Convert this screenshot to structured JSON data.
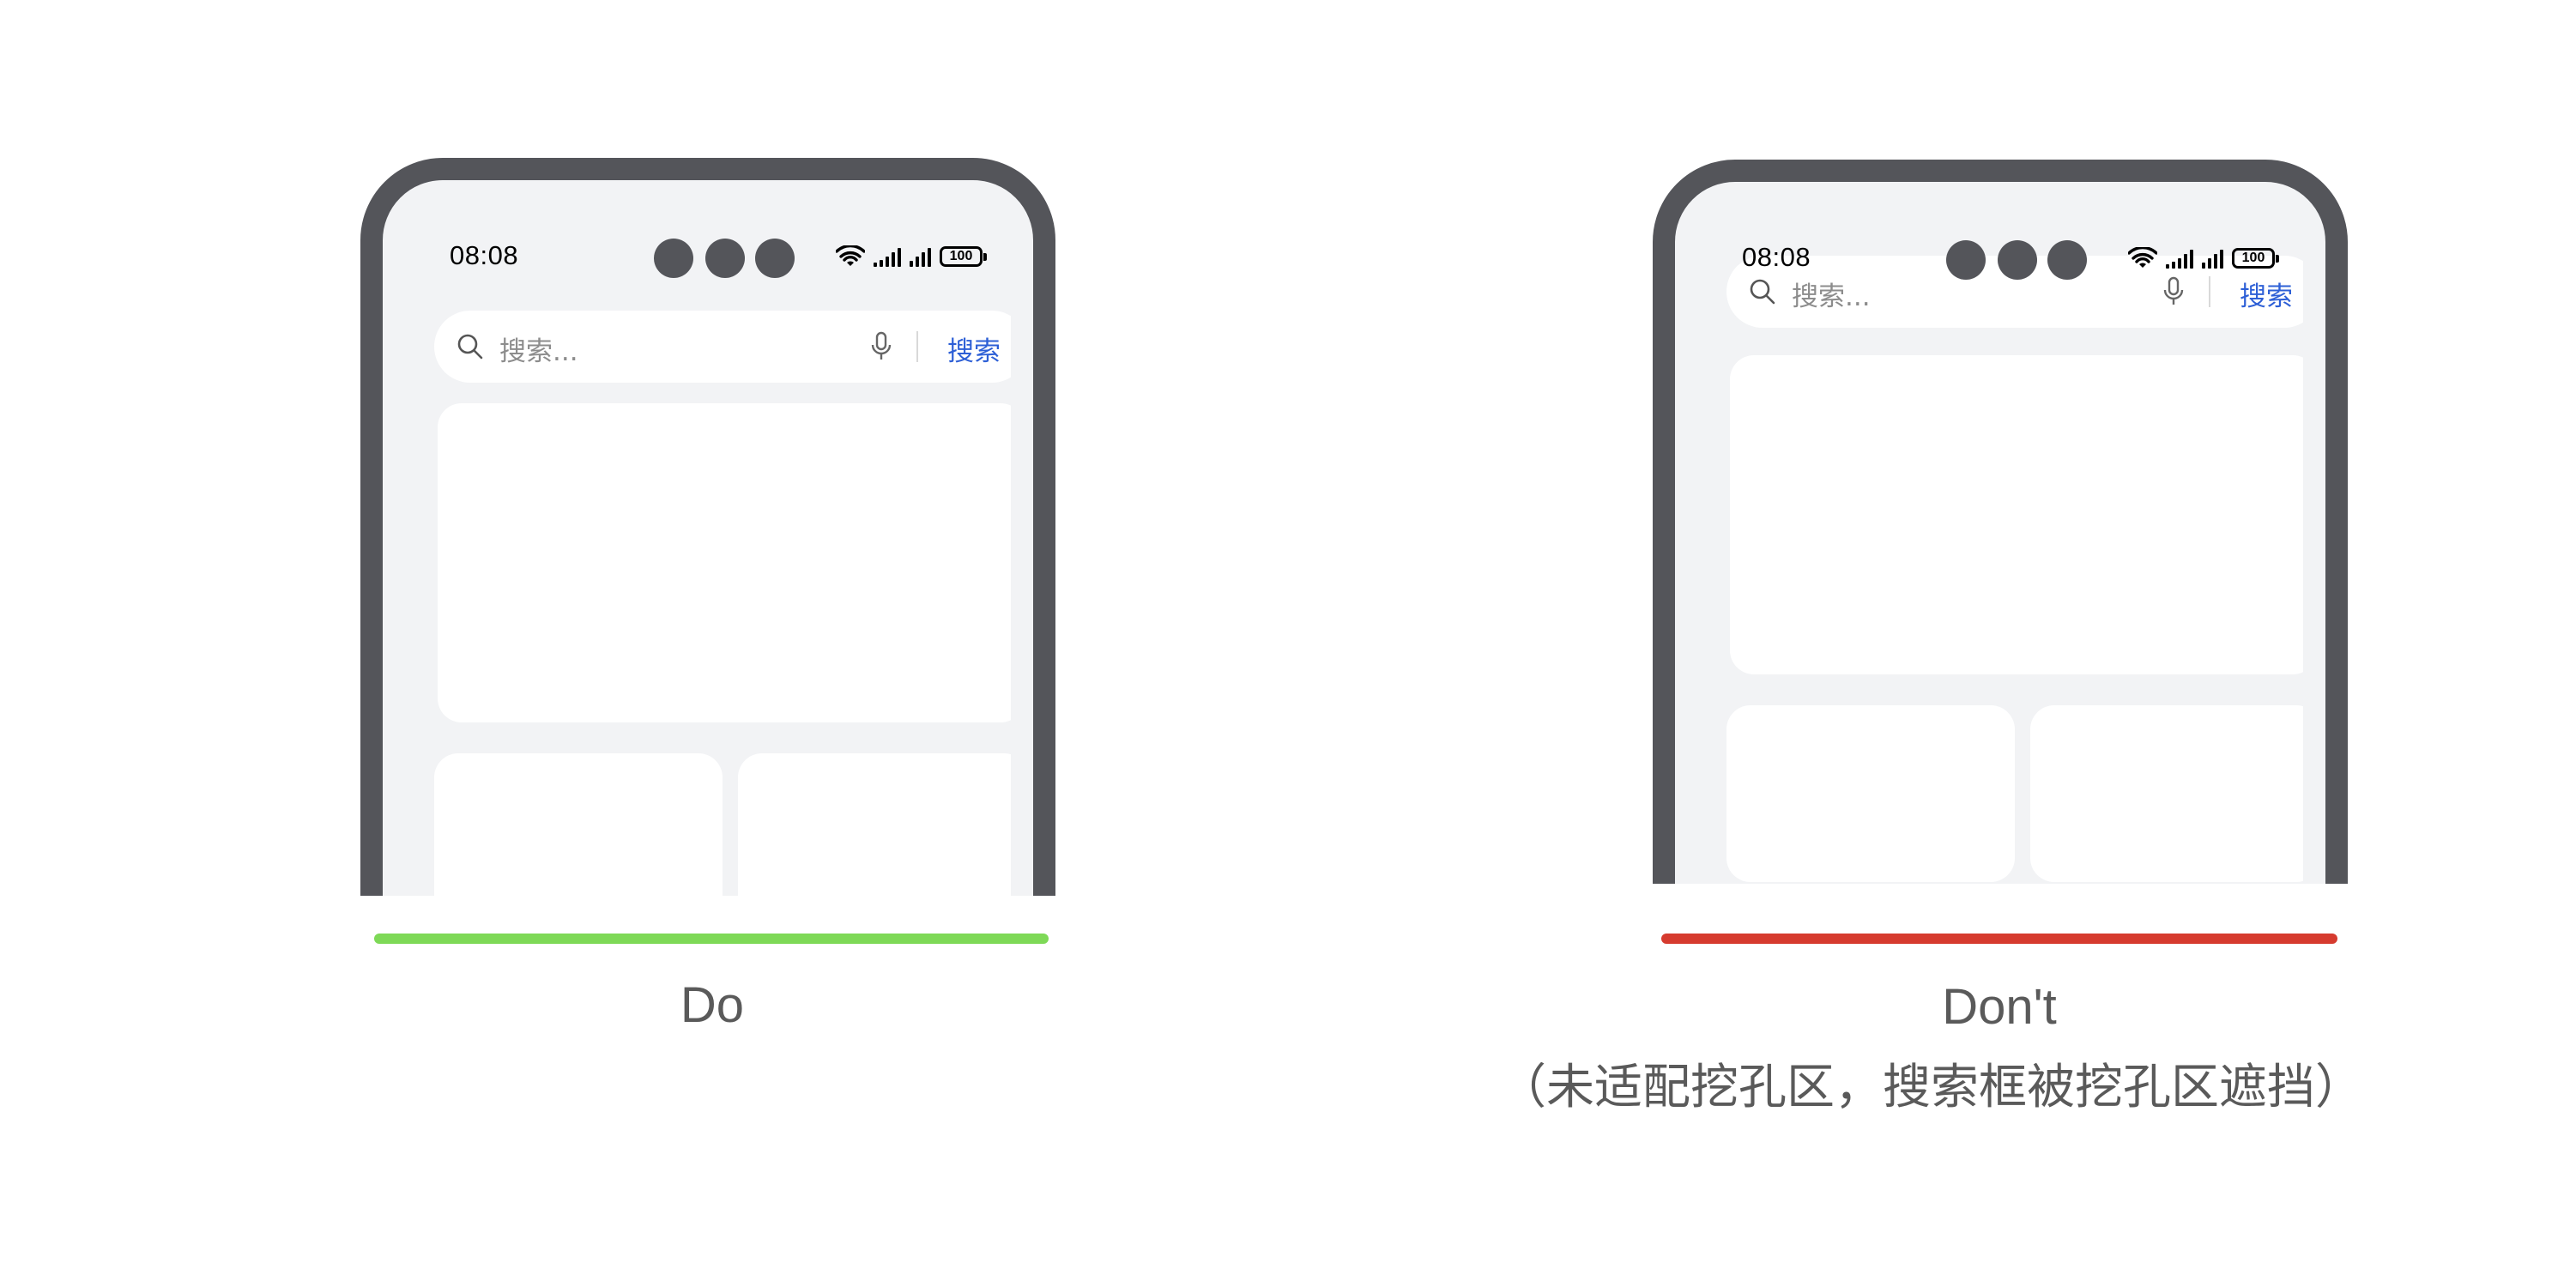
{
  "good_example": {
    "status_time": "08:08",
    "battery_level": "100",
    "search_placeholder": "搜索...",
    "search_button": "搜索",
    "indicator_color": "#7ed957",
    "caption": "Do"
  },
  "bad_example": {
    "status_time": "08:08",
    "battery_level": "100",
    "search_placeholder": "搜索...",
    "search_button": "搜索",
    "indicator_color": "#d63b2f",
    "caption": "Don't",
    "subcaption": "（未适配挖孔区，搜索框被挖孔区遮挡）"
  },
  "colors": {
    "frame": "#54555a",
    "screen_bg": "#f2f3f5",
    "card": "#ffffff",
    "accent": "#2d5fd6"
  }
}
